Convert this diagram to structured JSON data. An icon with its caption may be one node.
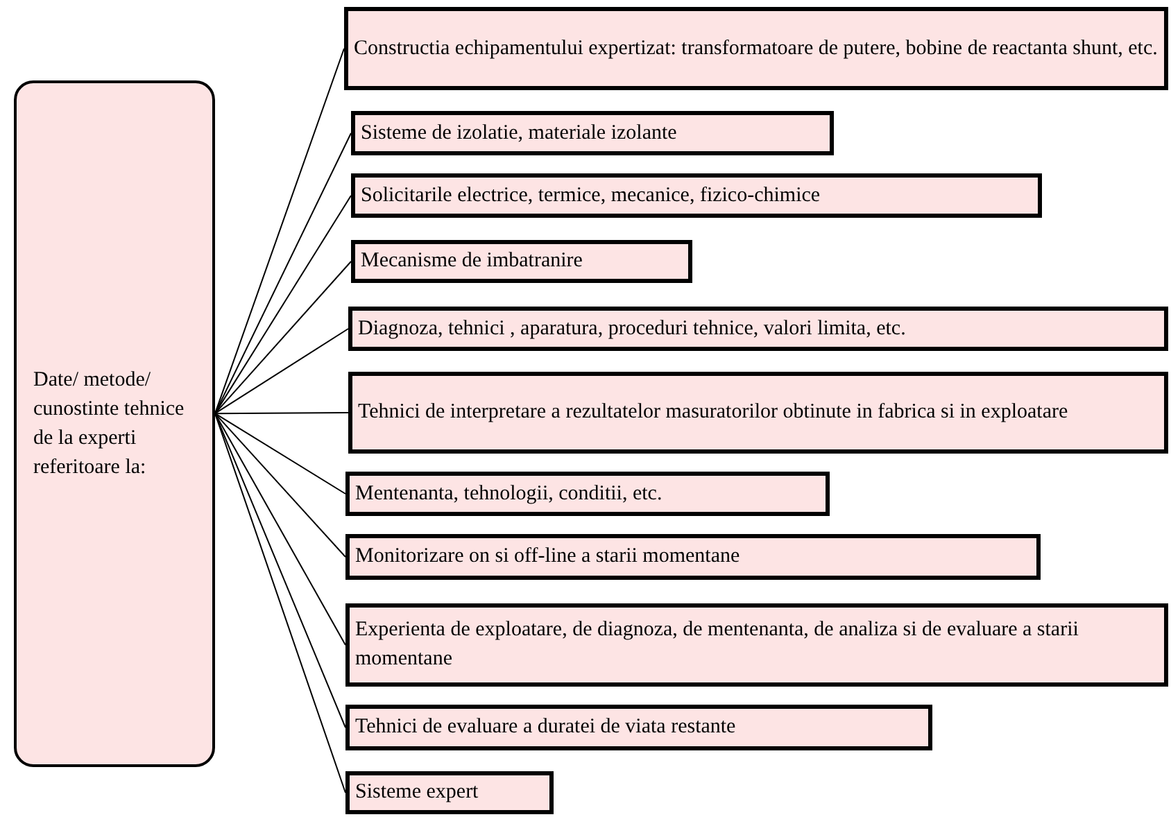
{
  "diagram": {
    "nodes": [
      {
        "text": [
          "Date/ metode/ cunostinte tehnice de la experti referitoare la:"
        ]
      },
      {
        "text": [
          "Constructia echipamentului expertizat: transformatoare de putere, bobine de reactanta shunt, etc."
        ]
      },
      {
        "text": [
          "Sisteme de izolatie, materiale izolante"
        ]
      },
      {
        "text": [
          "Solicitarile electrice, termice, mecanice, fizico-chimice"
        ]
      },
      {
        "text": [
          "Mecanisme de imbatranire"
        ]
      },
      {
        "text": [
          "Diagnoza, tehnici , aparatura, proceduri tehnice, valori limita, etc."
        ]
      },
      {
        "text": [
          "Tehnici de interpretare a rezultatelor masuratorilor obtinute in fabrica si in exploatare"
        ]
      },
      {
        "text": [
          "Mentenanta, tehnologii, conditii, etc."
        ]
      },
      {
        "text": [
          "Monitorizare on si off-line a starii momentane"
        ]
      },
      {
        "text": [
          "Experienta de exploatare, de diagnoza, de mentenanta, de analiza si de evaluare a starii momentane"
        ]
      },
      {
        "text": [
          "Tehnici de evaluare a duratei de viata restante"
        ]
      },
      {
        "text": [
          "Sisteme expert"
        ]
      }
    ],
    "edges": [
      {
        "from": 0,
        "to": 1,
        "arrow": "none"
      },
      {
        "from": 0,
        "to": 2,
        "arrow": "none"
      },
      {
        "from": 0,
        "to": 3,
        "arrow": "none"
      },
      {
        "from": 0,
        "to": 4,
        "arrow": "none"
      },
      {
        "from": 0,
        "to": 5,
        "arrow": "none"
      },
      {
        "from": 0,
        "to": 6,
        "arrow": "none"
      },
      {
        "from": 0,
        "to": 7,
        "arrow": "none"
      },
      {
        "from": 0,
        "to": 8,
        "arrow": "none"
      },
      {
        "from": 0,
        "to": 9,
        "arrow": "none"
      },
      {
        "from": 0,
        "to": 10,
        "arrow": "none"
      },
      {
        "from": 0,
        "to": 11,
        "arrow": "none"
      }
    ]
  }
}
